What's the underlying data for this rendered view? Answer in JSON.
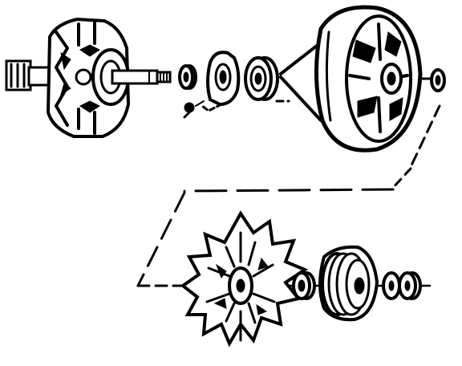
{
  "figure": {
    "kind": "exploded-view line drawing",
    "background": "#ffffff",
    "ink": "#000000",
    "parts": [
      {
        "name": "rotor-assembly"
      },
      {
        "name": "spacer-collar"
      },
      {
        "name": "retainer-plate"
      },
      {
        "name": "bearing"
      },
      {
        "name": "drive-end-frame"
      },
      {
        "name": "spacer-ring"
      },
      {
        "name": "fan"
      },
      {
        "name": "collar"
      },
      {
        "name": "pulley"
      },
      {
        "name": "lock-washer"
      },
      {
        "name": "nut"
      }
    ]
  }
}
